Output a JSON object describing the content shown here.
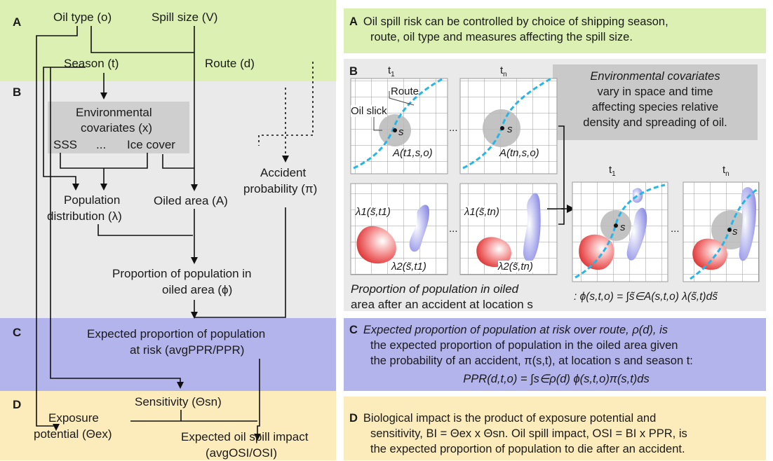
{
  "colors": {
    "band_a": "#dcf0b4",
    "band_b": "#eaeaea",
    "band_c": "#b4b4ec",
    "band_d": "#fcecbc",
    "env_box": "#cfcfcf",
    "route": "#26b6e6",
    "slick": "#b9b9b9",
    "species1": "#9a9aee",
    "species2": "#e23a3a"
  },
  "left": {
    "sections": {
      "a": "A",
      "b": "B",
      "c": "C",
      "d": "D"
    },
    "nodes": {
      "oil_type": "Oil type (o)",
      "spill_size": "Spill size (V)",
      "season": "Season (t)",
      "route": "Route (d)",
      "env_line1": "Environmental",
      "env_line2": "covariates (x)",
      "sss": "SSS",
      "ellipsis": "...",
      "ice_cover": "Ice cover",
      "accident_line1": "Accident",
      "accident_line2": "probability (π)",
      "popdist_line1": "Population",
      "popdist_line2": "distribution (λ)",
      "oiled_area": "Oiled area (A)",
      "prop_line1": "Proportion of population in",
      "prop_line2": "oiled area (ϕ)",
      "exp_line1": "Expected proportion of population",
      "exp_line2": "at risk (avgPPR/PPR)",
      "exposure_line1": "Exposure",
      "exposure_line2": "potential (Θex)",
      "sensitivity": "Sensitivity (Θsn)",
      "impact_line1": "Expected oil spill impact",
      "impact_line2": "(avgOSI/OSI)"
    }
  },
  "right": {
    "a": {
      "letter": "A",
      "line1": "Oil spill risk can be controlled by choice of shipping season,",
      "line2": "route, oil type and measures affecting the spill size."
    },
    "b": {
      "letter": "B",
      "t1": "t1",
      "tn": "tn",
      "t1b": "t1",
      "tnb": "tn",
      "route_label": "Route",
      "slick_label": "Oil slick",
      "s": "s",
      "dots": "...",
      "area_t1": "A(t1,s,o)",
      "area_tn": "A(tn,s,o)",
      "lambda1_t1": "λ1(s̃,t1)",
      "lambda2_t1": "λ2(s̃,t1)",
      "lambda1_tn": "λ1(s̃,tn)",
      "lambda2_tn": "λ2(s̃,tn)",
      "env_cov_line1": "Environmental covariates",
      "env_cov_line2": "vary in space and time",
      "env_cov_line3": "affecting species relative",
      "env_cov_line4": "density and spreading of oil.",
      "prop_line1": "Proportion of population in oiled",
      "prop_line2": "area after an accident at location s",
      "formula": ":  ϕ(s,t,o) = ∫s̃∈A(s,t,o) λ(s̃,t)ds̃"
    },
    "c": {
      "letter": "C",
      "line1": "Expected proportion of population at risk over route, ρ(d), is",
      "line2": "the expected proportion of population in the oiled area given",
      "line3": "the probability of an accident, π(s,t), at location s and season t:",
      "formula": "PPR(d,t,o) = ∫s∈ρ(d) ϕ(s,t,o)π(s,t)ds"
    },
    "d": {
      "letter": "D",
      "line1": "Biological impact is the product of exposure potential and",
      "line2": "sensitivity, BI = Θex x Θsn. Oil spill impact, OSI = BI x PPR, is",
      "line3": "the expected proportion of population to die after an accident."
    }
  }
}
